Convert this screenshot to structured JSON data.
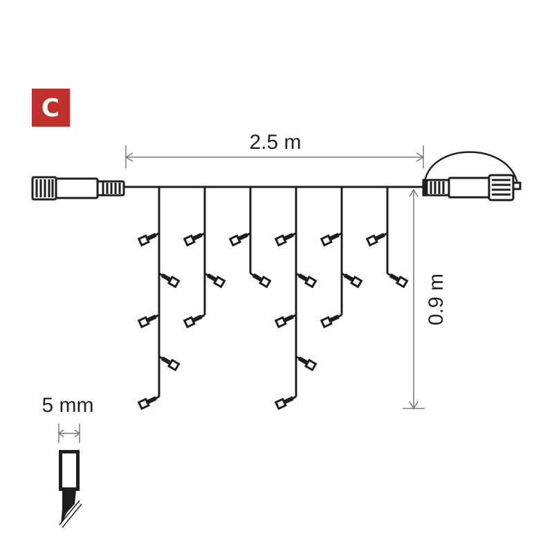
{
  "badge": {
    "letter": "C",
    "color": "#c0302a"
  },
  "dimensions": {
    "length_label": "2.5 m",
    "height_label": "0.9 m",
    "bulb_size_label": "5 mm"
  },
  "strands": [
    {
      "leds": [
        "left",
        "right",
        "left",
        "right",
        "left"
      ]
    },
    {
      "leds": [
        "left",
        "right",
        "left"
      ]
    },
    {
      "leds": [
        "left",
        "right"
      ]
    },
    {
      "leds": [
        "left",
        "right",
        "left",
        "right",
        "left"
      ]
    },
    {
      "leds": [
        "left",
        "right",
        "left"
      ]
    },
    {
      "leds": [
        "left",
        "right"
      ]
    }
  ],
  "colors": {
    "line": "#1e1e1e",
    "dimension": "#7a7a7a"
  }
}
